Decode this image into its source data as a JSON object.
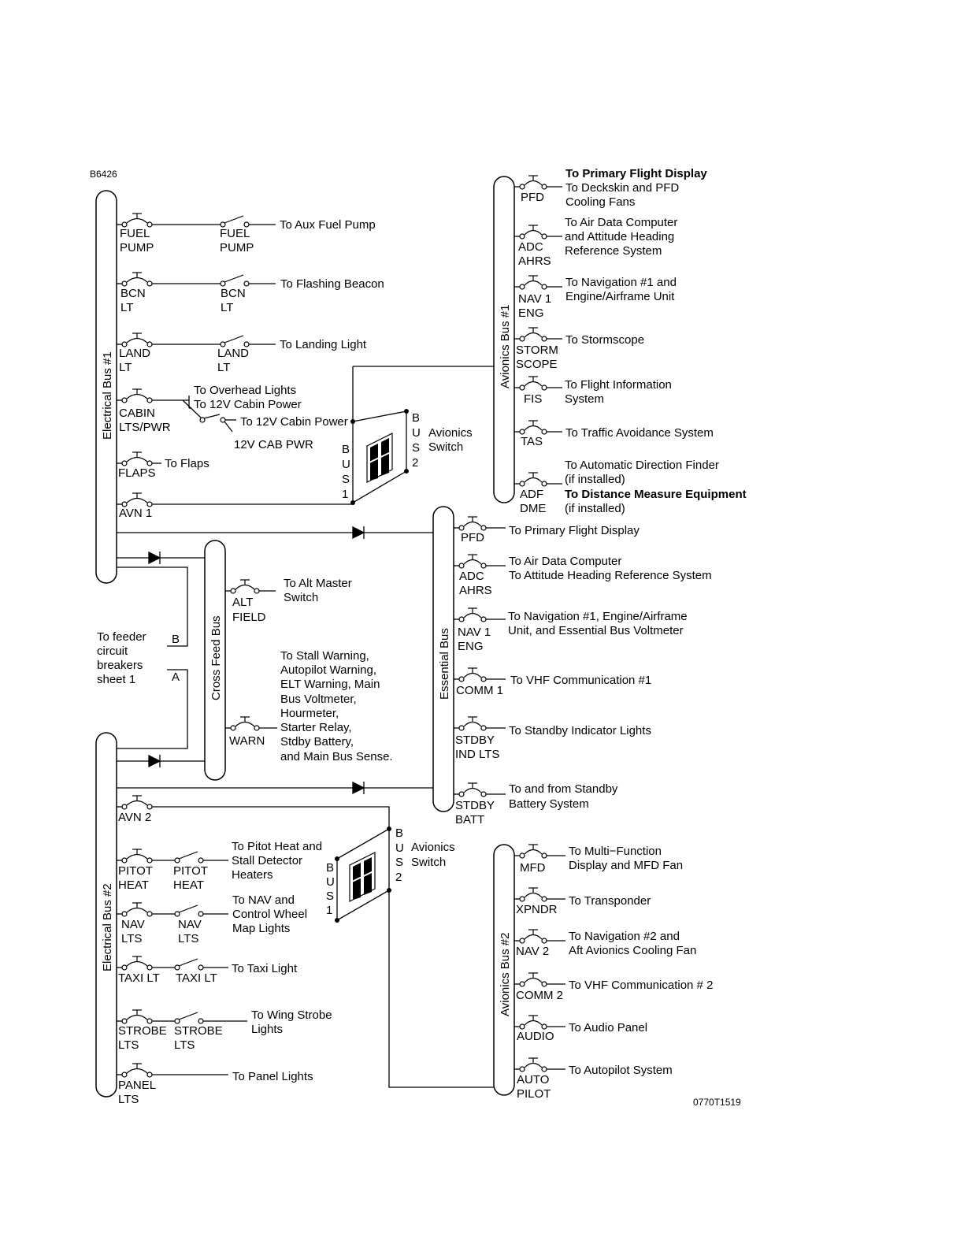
{
  "figure_ids": {
    "top_left": "B6426",
    "bottom_right": "0770T1519"
  },
  "buses": {
    "electrical_bus_1": "Electrical Bus #1",
    "electrical_bus_2": "Electrical Bus #2",
    "avionics_bus_1": "Avionics Bus #1",
    "avionics_bus_2": "Avionics Bus #2",
    "cross_feed_bus": "Cross Feed Bus",
    "essential_bus": "Essential Bus"
  },
  "avionics_switch": {
    "label": [
      "Avionics",
      "Switch"
    ],
    "bus1": [
      "B",
      "U",
      "S",
      "1"
    ],
    "bus2": [
      "B",
      "U",
      "S",
      "2"
    ]
  },
  "feeder_note": [
    "To feeder",
    "circuit",
    "breakers",
    "sheet 1"
  ],
  "feeder_points": {
    "b": "B",
    "a": "A"
  },
  "elec_bus_1": [
    {
      "cb": [
        "FUEL",
        "PUMP"
      ],
      "sw": [
        "FUEL",
        "PUMP"
      ],
      "dest": [
        "To Aux Fuel Pump"
      ]
    },
    {
      "cb": [
        "BCN",
        "LT"
      ],
      "sw": [
        "BCN",
        "LT"
      ],
      "dest": [
        "To Flashing Beacon"
      ]
    },
    {
      "cb": [
        "LAND",
        "LT"
      ],
      "sw": [
        "LAND",
        "LT"
      ],
      "dest": [
        "To Landing Light"
      ]
    },
    {
      "cb": [
        "CABIN",
        "LTS/PWR"
      ],
      "sw": [
        "12V CAB PWR"
      ],
      "dest": [
        "To Overhead Lights",
        "To 12V Cabin Power",
        "To 12V Cabin Power"
      ]
    },
    {
      "cb": [
        "FLAPS"
      ],
      "dest": [
        "To Flaps"
      ]
    },
    {
      "cb": [
        "AVN 1"
      ]
    }
  ],
  "elec_bus_2": [
    {
      "cb": [
        "AVN 2"
      ]
    },
    {
      "cb": [
        "PITOT",
        "HEAT"
      ],
      "sw": [
        "PITOT",
        "HEAT"
      ],
      "dest": [
        "To Pitot Heat and",
        "Stall Detector",
        "Heaters"
      ]
    },
    {
      "cb": [
        "NAV",
        "LTS"
      ],
      "sw": [
        "NAV",
        "LTS"
      ],
      "dest": [
        "To NAV and",
        "Control Wheel",
        "Map Lights"
      ]
    },
    {
      "cb": [
        "TAXI LT"
      ],
      "sw": [
        "TAXI LT"
      ],
      "dest": [
        "To Taxi Light"
      ]
    },
    {
      "cb": [
        "STROBE",
        "LTS"
      ],
      "sw": [
        "STROBE",
        "LTS"
      ],
      "dest": [
        "To Wing Strobe",
        "Lights"
      ]
    },
    {
      "cb": [
        "PANEL",
        "LTS"
      ],
      "dest": [
        "To Panel Lights"
      ]
    }
  ],
  "cross_feed": [
    {
      "cb": [
        "ALT",
        "FIELD"
      ],
      "dest": [
        "To Alt Master",
        "Switch"
      ]
    },
    {
      "cb": [
        "WARN"
      ],
      "dest": [
        "To Stall Warning,",
        "Autopilot Warning,",
        "ELT Warning, Main",
        "Bus Voltmeter,",
        "Hourmeter,",
        "Starter Relay,",
        "Stdby Battery,",
        "and Main Bus Sense."
      ]
    }
  ],
  "avionics_bus_1": [
    {
      "cb": [
        "PFD"
      ],
      "dest": [
        "To Primary Flight Display",
        "To Deckskin and PFD",
        "Cooling Fans"
      ]
    },
    {
      "cb": [
        "ADC",
        "AHRS"
      ],
      "dest": [
        "To Air Data Computer",
        "and Attitude Heading",
        "Reference System"
      ]
    },
    {
      "cb": [
        "NAV 1",
        "ENG"
      ],
      "dest": [
        "To Navigation #1 and",
        "Engine/Airframe Unit"
      ]
    },
    {
      "cb": [
        "STORM",
        "SCOPE"
      ],
      "dest": [
        "To Stormscope"
      ]
    },
    {
      "cb": [
        "FIS"
      ],
      "dest": [
        "To Flight Information",
        "System"
      ]
    },
    {
      "cb": [
        "TAS"
      ],
      "dest": [
        "To Traffic Avoidance System"
      ]
    },
    {
      "cb": [
        "ADF",
        "DME"
      ],
      "dest": [
        "To Automatic Direction Finder",
        "(if installed)",
        "To Distance Measure Equipment",
        "(if installed)"
      ]
    }
  ],
  "essential_bus": [
    {
      "cb": [
        "PFD"
      ],
      "dest": [
        "To Primary Flight Display"
      ]
    },
    {
      "cb": [
        "ADC",
        "AHRS"
      ],
      "dest": [
        "To Air Data Computer",
        "To Attitude Heading Reference System"
      ]
    },
    {
      "cb": [
        "NAV 1",
        "ENG"
      ],
      "dest": [
        "To Navigation #1, Engine/Airframe",
        "Unit, and Essential Bus Voltmeter"
      ]
    },
    {
      "cb": [
        "COMM 1"
      ],
      "dest": [
        "To VHF Communication #1"
      ]
    },
    {
      "cb": [
        "STDBY",
        "IND LTS"
      ],
      "dest": [
        "To Standby Indicator Lights"
      ]
    },
    {
      "cb": [
        "STDBY",
        "BATT"
      ],
      "dest": [
        "To and from Standby",
        "Battery System"
      ]
    }
  ],
  "avionics_bus_2": [
    {
      "cb": [
        "MFD"
      ],
      "dest": [
        "To Multi−Function",
        "Display and MFD Fan"
      ]
    },
    {
      "cb": [
        "XPNDR"
      ],
      "dest": [
        "To Transponder"
      ]
    },
    {
      "cb": [
        "NAV 2"
      ],
      "dest": [
        "To Navigation #2 and",
        "Aft Avionics Cooling Fan"
      ]
    },
    {
      "cb": [
        "COMM 2"
      ],
      "dest": [
        "To VHF Communication # 2"
      ]
    },
    {
      "cb": [
        "AUDIO"
      ],
      "dest": [
        "To Audio Panel"
      ]
    },
    {
      "cb": [
        "AUTO",
        "PILOT"
      ],
      "dest": [
        "To Autopilot System"
      ]
    }
  ]
}
